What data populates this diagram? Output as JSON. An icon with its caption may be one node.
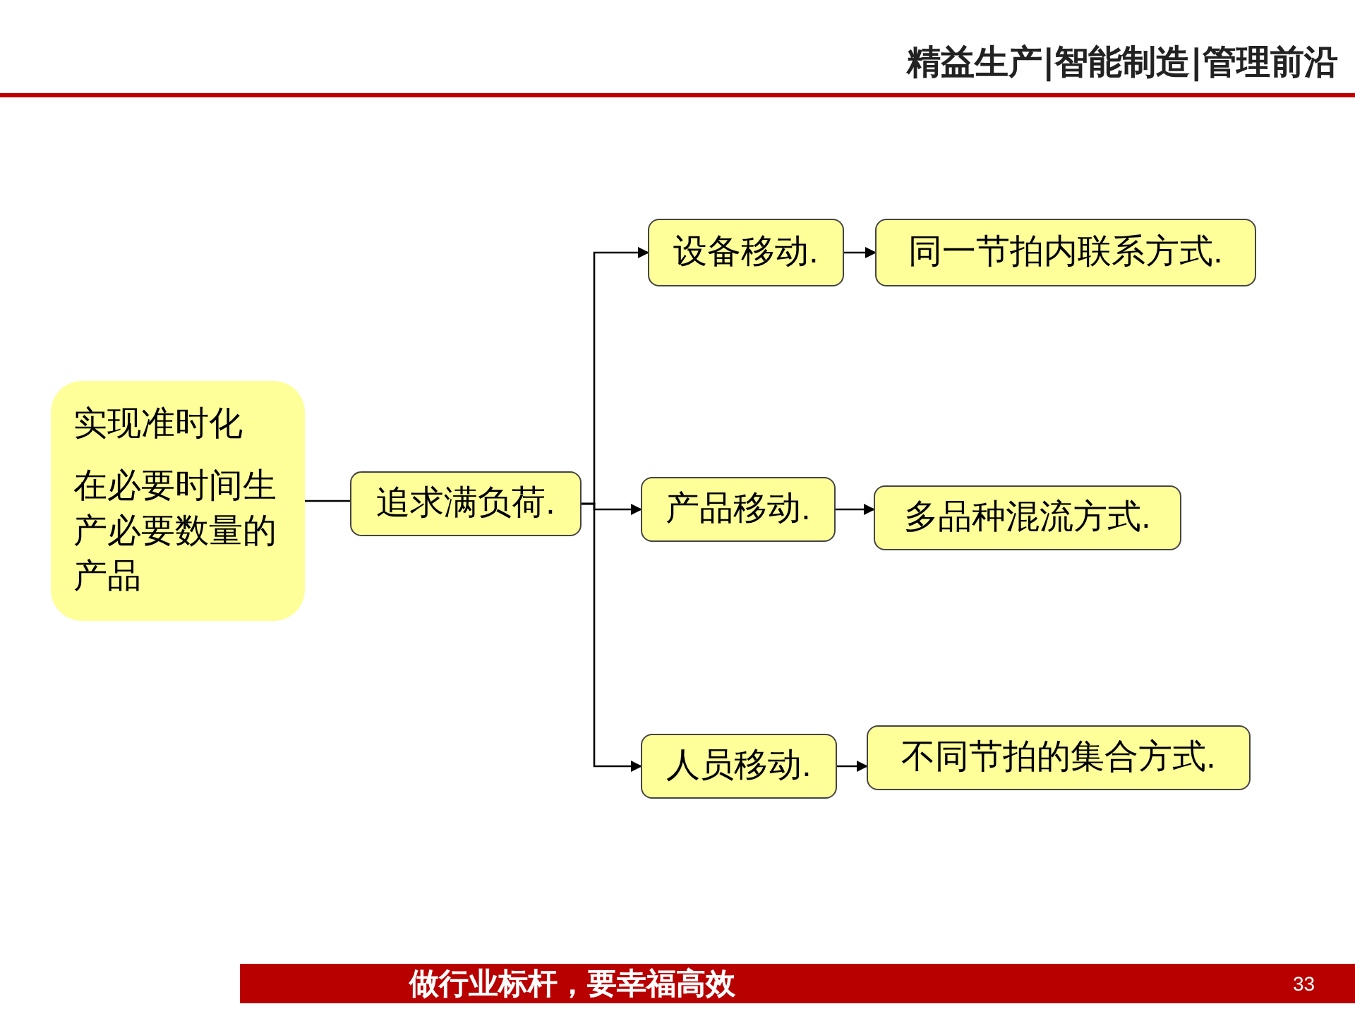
{
  "diagram": {
    "nodes": [
      {
        "text": [
          "实现准时化",
          "在必要时间生产必要数量的产品"
        ]
      },
      {
        "text": [
          "追求满负荷."
        ]
      },
      {
        "text": [
          "设备移动."
        ]
      },
      {
        "text": [
          "同一节拍内联系方式."
        ]
      },
      {
        "text": [
          "产品移动."
        ]
      },
      {
        "text": [
          "多品种混流方式."
        ]
      },
      {
        "text": [
          "人员移动."
        ]
      },
      {
        "text": [
          "不同节拍的集合方式."
        ]
      }
    ],
    "edges": [
      {
        "from": 0,
        "to": 1,
        "arrow": "none"
      },
      {
        "from": 1,
        "to": 2,
        "arrow": "to"
      },
      {
        "from": 1,
        "to": 4,
        "arrow": "to"
      },
      {
        "from": 1,
        "to": 6,
        "arrow": "to"
      },
      {
        "from": 2,
        "to": 3,
        "arrow": "to"
      },
      {
        "from": 4,
        "to": 5,
        "arrow": "to"
      },
      {
        "from": 6,
        "to": 7,
        "arrow": "to"
      }
    ],
    "labels": [
      "精益生产|智能制造|管理前沿",
      "做行业标杆，要幸福高效",
      "33"
    ]
  }
}
